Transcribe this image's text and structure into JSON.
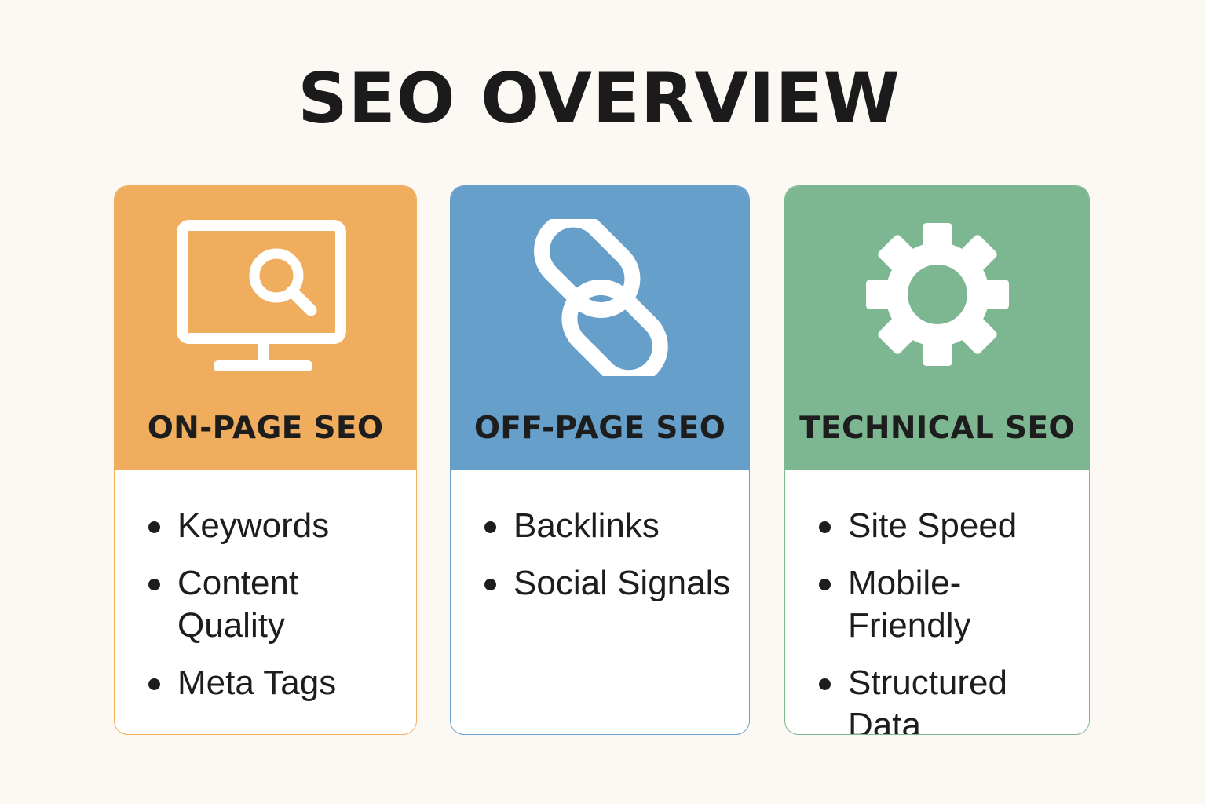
{
  "title": "SEO OVERVIEW",
  "cards": [
    {
      "id": "on-page",
      "title": "ON-PAGE SEO",
      "icon": "monitor-search-icon",
      "color": "#f0ad5e",
      "items": [
        "Keywords",
        "Content Quality",
        "Meta Tags"
      ]
    },
    {
      "id": "off-page",
      "title": "OFF-PAGE SEO",
      "icon": "link-chain-icon",
      "color": "#679fcb",
      "items": [
        "Backlinks",
        "Social Signals"
      ]
    },
    {
      "id": "technical",
      "title": "TECHNICAL SEO",
      "icon": "gear-icon",
      "color": "#7db792",
      "items": [
        "Site Speed",
        "Mobile-Friendly",
        "Structured Data"
      ]
    }
  ]
}
